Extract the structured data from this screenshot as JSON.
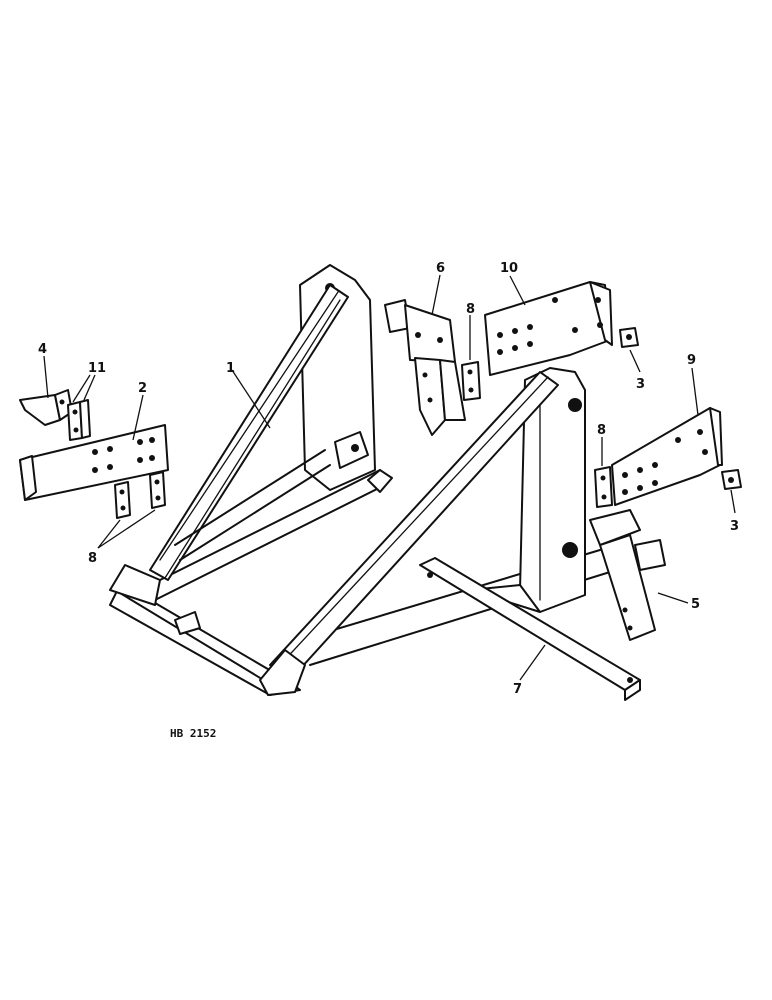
{
  "drawing_code": "HB 2152",
  "callouts": {
    "c1": "1",
    "c2": "2",
    "c3a": "3",
    "c3b": "3",
    "c4": "4",
    "c5": "5",
    "c6": "6",
    "c7": "7",
    "c8a": "8",
    "c8b": "8",
    "c8c": "8",
    "c9": "9",
    "c10": "10",
    "c11": "11"
  }
}
